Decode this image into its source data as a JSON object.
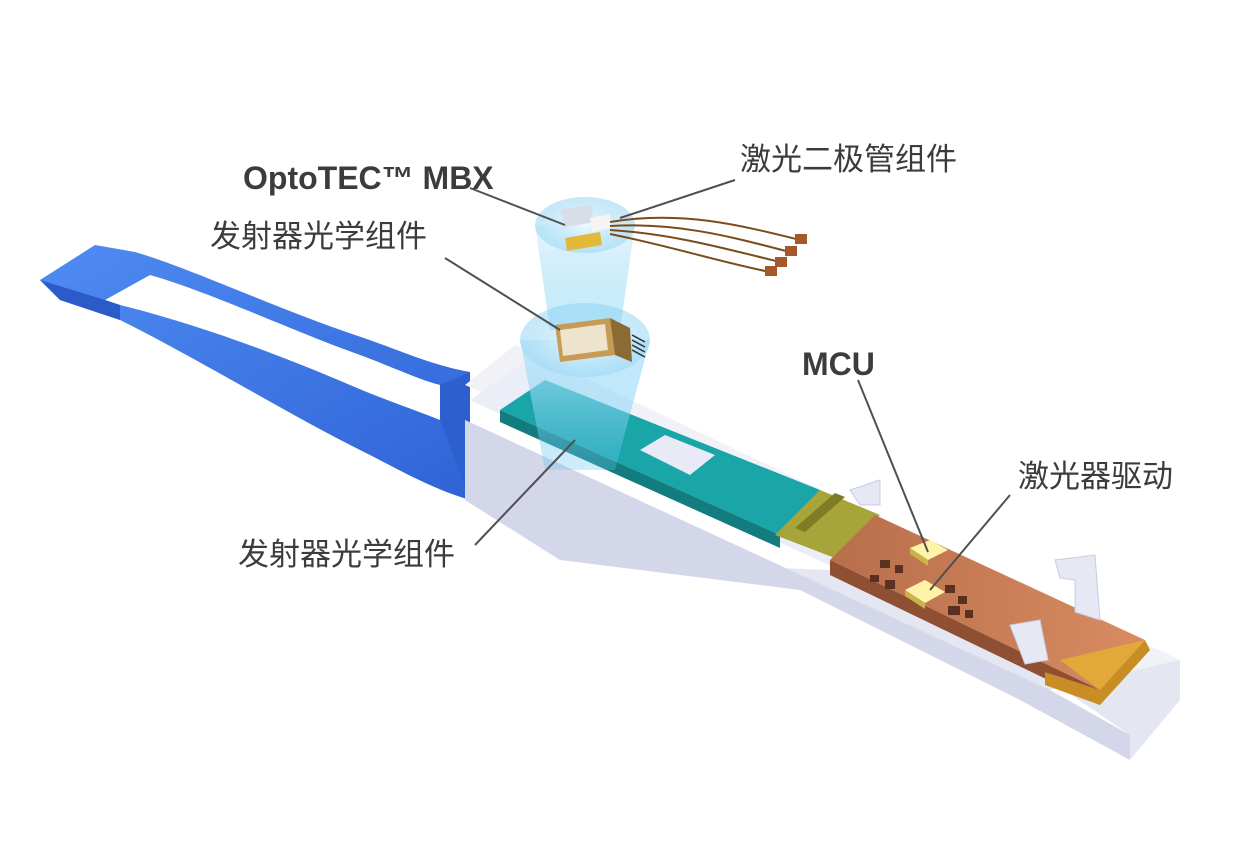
{
  "labels": {
    "optotec": "OptoTEC™ MBX",
    "laser_diode_assembly": "激光二极管组件",
    "tosa_top": "发射器光学组件",
    "tosa_bottom": "发射器光学组件",
    "mcu": "MCU",
    "laser_driver": "激光器驱动"
  },
  "colors": {
    "label_text": "#3c3c3c",
    "leader_line": "#505050",
    "pull_tab": "#3f7be6",
    "housing": "#e9ebf5",
    "housing_shadow": "#c7cbe0",
    "optical_board": "#1aa6a8",
    "pcb": "#c77a55",
    "gold_fingers": "#e2a93a",
    "beam_glow": "#9fd8f5"
  }
}
